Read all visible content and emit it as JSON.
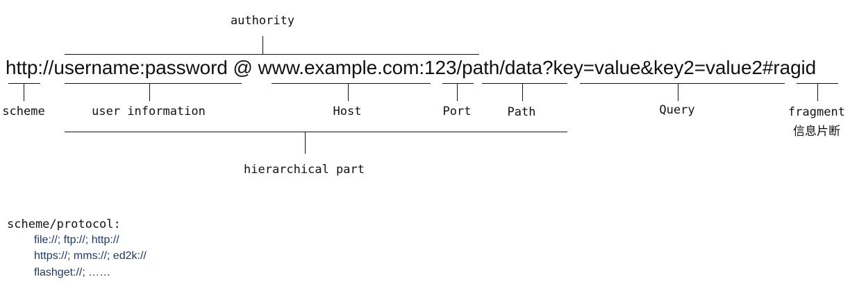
{
  "url": "http://username:password @ www.example.com:123/path/data?key=value&key2=value2#ragid",
  "labels": {
    "authority": "authority",
    "scheme": "scheme",
    "user_information": "user information",
    "host": "Host",
    "port": "Port",
    "path": "Path",
    "query": "Query",
    "fragment": "fragment",
    "fragment_cn": "信息片断",
    "hierarchical_part": "hierarchical part"
  },
  "notes": {
    "title": "scheme/protocol:",
    "lines": [
      "file://;  ftp://;  http://",
      "https://;  mms://;  ed2k://",
      "flashget://;  ……"
    ]
  }
}
